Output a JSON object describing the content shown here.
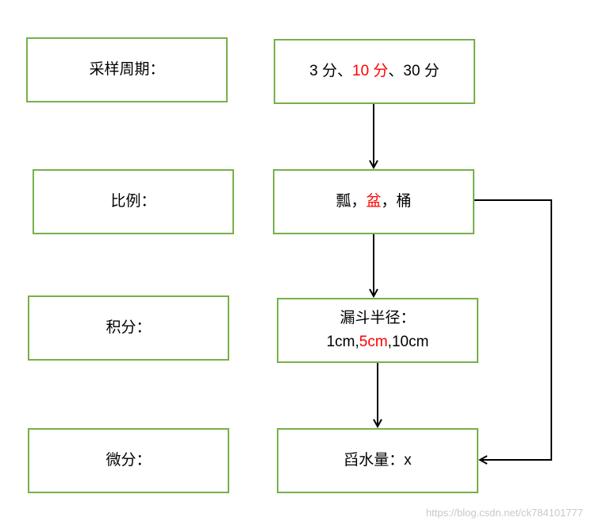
{
  "left_labels": {
    "period": "采样周期：",
    "ratio": "比例：",
    "integral": "积分：",
    "differential": "微分："
  },
  "right_boxes": {
    "period": {
      "p1": "3 分、",
      "p2": "10 分",
      "p3": "、30 分"
    },
    "ratio": {
      "p1": "瓢，",
      "p2": "盆",
      "p3": "，桶"
    },
    "funnel": {
      "line1": "漏斗半径：",
      "p1": "1cm,",
      "p2": "5cm",
      "p3": ",10cm"
    },
    "result": {
      "label": "舀水量：x"
    }
  },
  "watermark": "https://blog.csdn.net/ck784101777",
  "colors": {
    "border": "#78b04a",
    "highlight": "#ff0000",
    "line": "#000000"
  }
}
